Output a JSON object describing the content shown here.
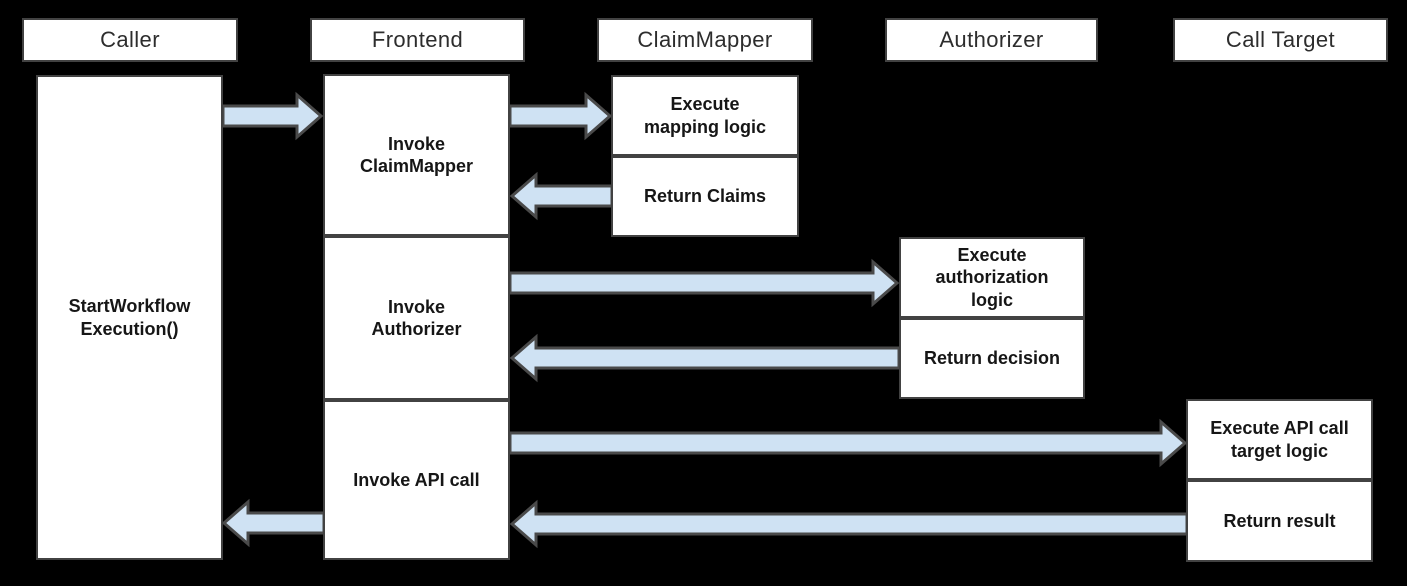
{
  "colors": {
    "background": "#000000",
    "box_fill": "#ffffff",
    "box_border": "#424242",
    "arrow_fill": "#cfe2f3",
    "arrow_stroke": "#4a4a4a",
    "header_text": "#2d2d2d",
    "body_text": "#161616"
  },
  "lifelines": [
    {
      "label": "Caller"
    },
    {
      "label": "Frontend"
    },
    {
      "label": "ClaimMapper"
    },
    {
      "label": "Authorizer"
    },
    {
      "label": "Call Target"
    }
  ],
  "boxes": {
    "start_workflow": {
      "label": "StartWorkflow\nExecution()"
    },
    "invoke_claimmapper": {
      "label": "Invoke\nClaimMapper"
    },
    "invoke_authorizer": {
      "label": "Invoke\nAuthorizer"
    },
    "invoke_api_call": {
      "label": "Invoke API call"
    },
    "execute_mapping": {
      "label": "Execute\nmapping logic"
    },
    "return_claims": {
      "label": "Return Claims"
    },
    "execute_authorization": {
      "label": "Execute\nauthorization\nlogic"
    },
    "return_decision": {
      "label": "Return decision"
    },
    "execute_api_target": {
      "label": "Execute API call\ntarget logic"
    },
    "return_result": {
      "label": "Return result"
    }
  },
  "messages": [
    {
      "from": "Caller",
      "to": "Frontend",
      "direction": "right"
    },
    {
      "from": "Frontend",
      "to": "ClaimMapper",
      "direction": "right"
    },
    {
      "from": "ClaimMapper",
      "to": "Frontend",
      "direction": "left"
    },
    {
      "from": "Frontend",
      "to": "Authorizer",
      "direction": "right"
    },
    {
      "from": "Authorizer",
      "to": "Frontend",
      "direction": "left"
    },
    {
      "from": "Frontend",
      "to": "Call Target",
      "direction": "right"
    },
    {
      "from": "Call Target",
      "to": "Frontend",
      "direction": "left"
    },
    {
      "from": "Frontend",
      "to": "Caller",
      "direction": "left"
    }
  ]
}
